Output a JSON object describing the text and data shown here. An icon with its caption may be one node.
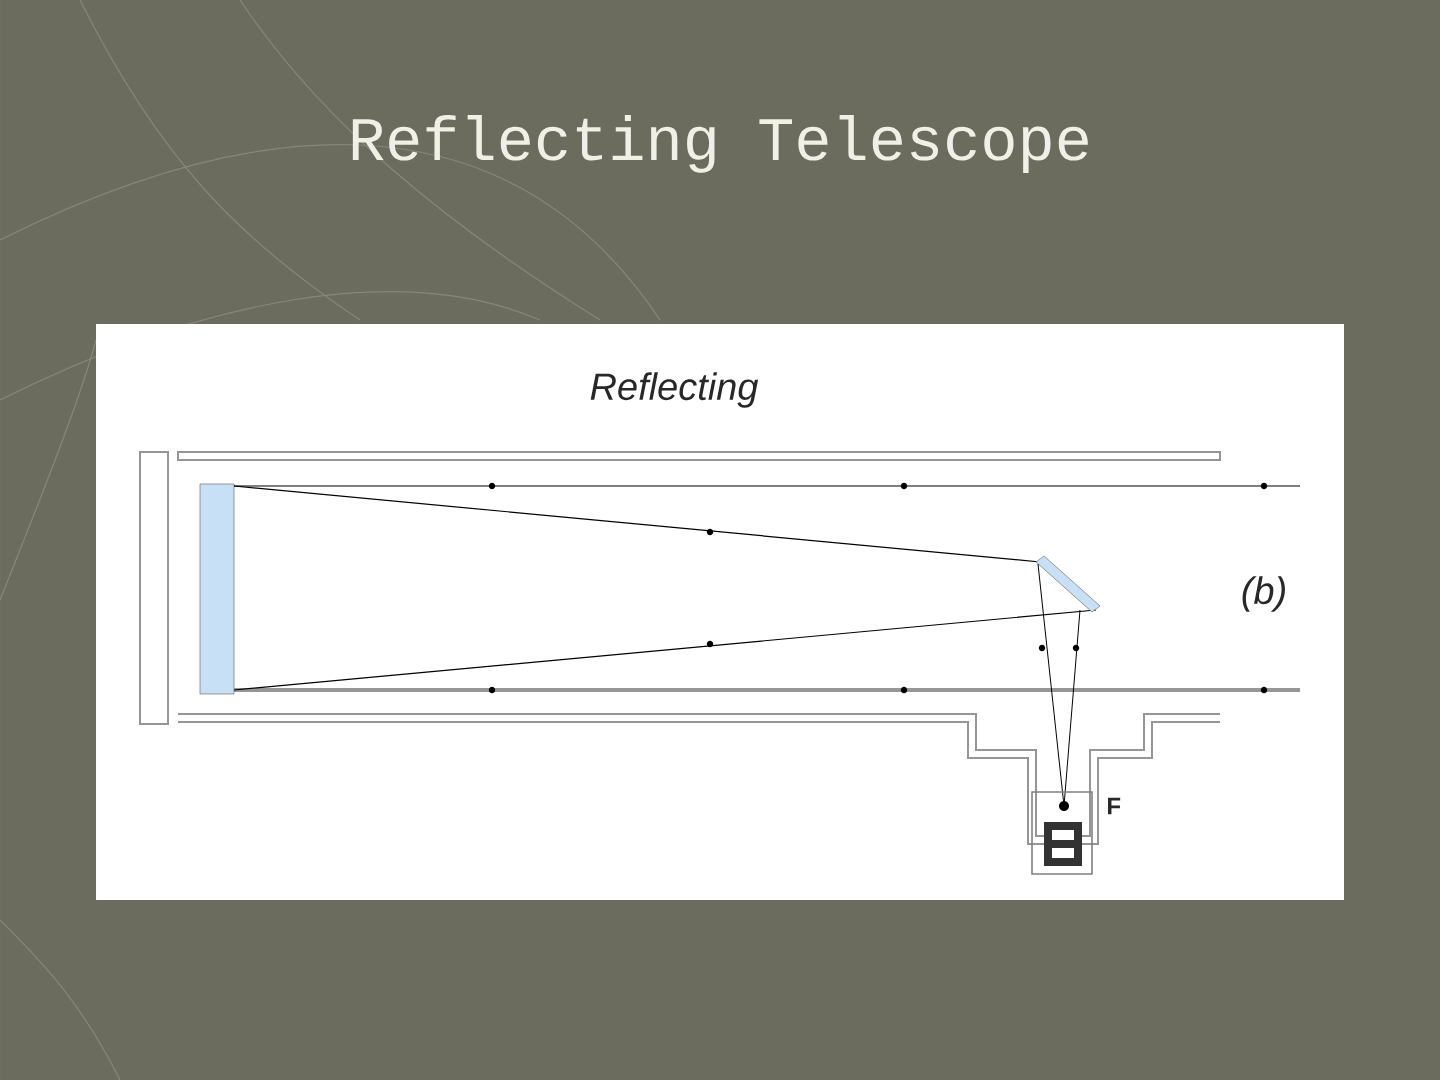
{
  "diagram": {
    "title": "Reflecting Telescope",
    "labels": [
      "Reflecting",
      "(b)",
      "F"
    ]
  }
}
